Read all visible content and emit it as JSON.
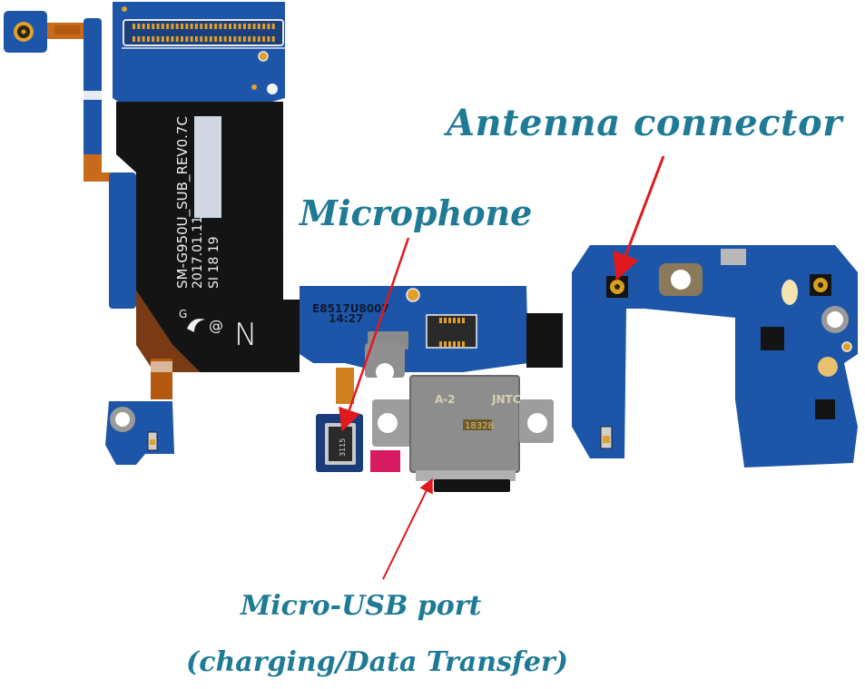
{
  "figure": {
    "subject": "Charging port flex cable board",
    "colors": {
      "label_text": "#1f7a96",
      "arrow": "#e0191f",
      "pcb_blue": "#1d56a8",
      "pcb_light": "#2d6fc0",
      "flex_black": "#141414",
      "flex_orange": "#c86a1a",
      "copper": "#e0a02a",
      "metal": "#9a9a9a",
      "pink_tab": "#d81b60",
      "background": "#ffffff"
    }
  },
  "callouts": [
    {
      "id": "antenna",
      "label": "Antenna connector"
    },
    {
      "id": "microphone",
      "label": "Microphone"
    },
    {
      "id": "usb",
      "label": "Micro-USB port",
      "sublabel": "(charging/Data Transfer)"
    }
  ],
  "board_markings": {
    "flex_line1": "SM-G950U_SUB_REV0.7C",
    "flex_line2": "2017.01.11",
    "flex_line3": "SI 18 19",
    "flex_logo_prefix": "G",
    "flex_at": "@",
    "flex_letter": "N",
    "pcb_code_line1": "E8517U8007",
    "pcb_code_line2": "14:27",
    "usb_mark_left": "A-2",
    "usb_mark_right": "JNTC",
    "usb_mark_center": "18328",
    "mic_mark": "3115"
  }
}
